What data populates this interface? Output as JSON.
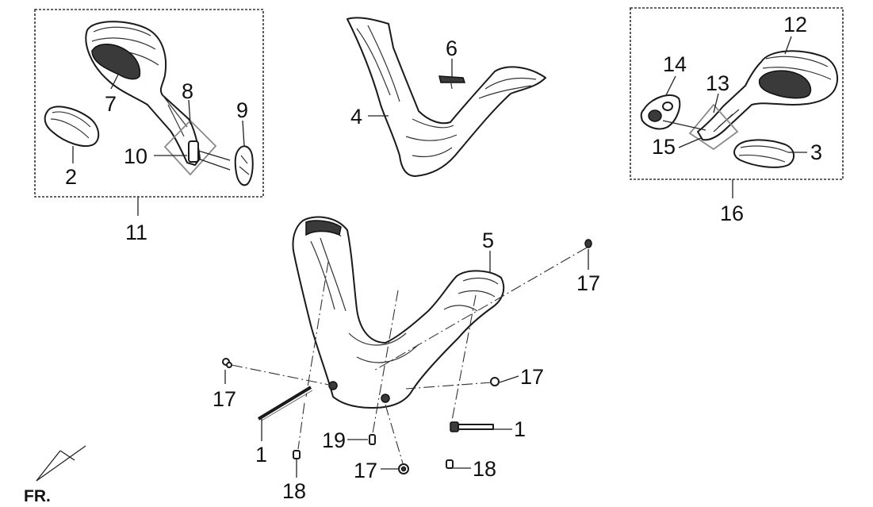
{
  "labels": {
    "c1a": "1",
    "c1b": "1",
    "c2": "2",
    "c3": "3",
    "c4": "4",
    "c5": "5",
    "c6": "6",
    "c7": "7",
    "c8": "8",
    "c9": "9",
    "c10": "10",
    "c11": "11",
    "c12": "12",
    "c13": "13",
    "c14": "14",
    "c15": "15",
    "c16": "16",
    "c17a": "17",
    "c17b": "17",
    "c17c": "17",
    "c17d": "17",
    "c18a": "18",
    "c18b": "18",
    "c19": "19"
  },
  "fr_mark": "FR.",
  "colors": {
    "line": "#1a1a1a",
    "box": "#333333",
    "highlight_box": "#8a8a8a"
  }
}
